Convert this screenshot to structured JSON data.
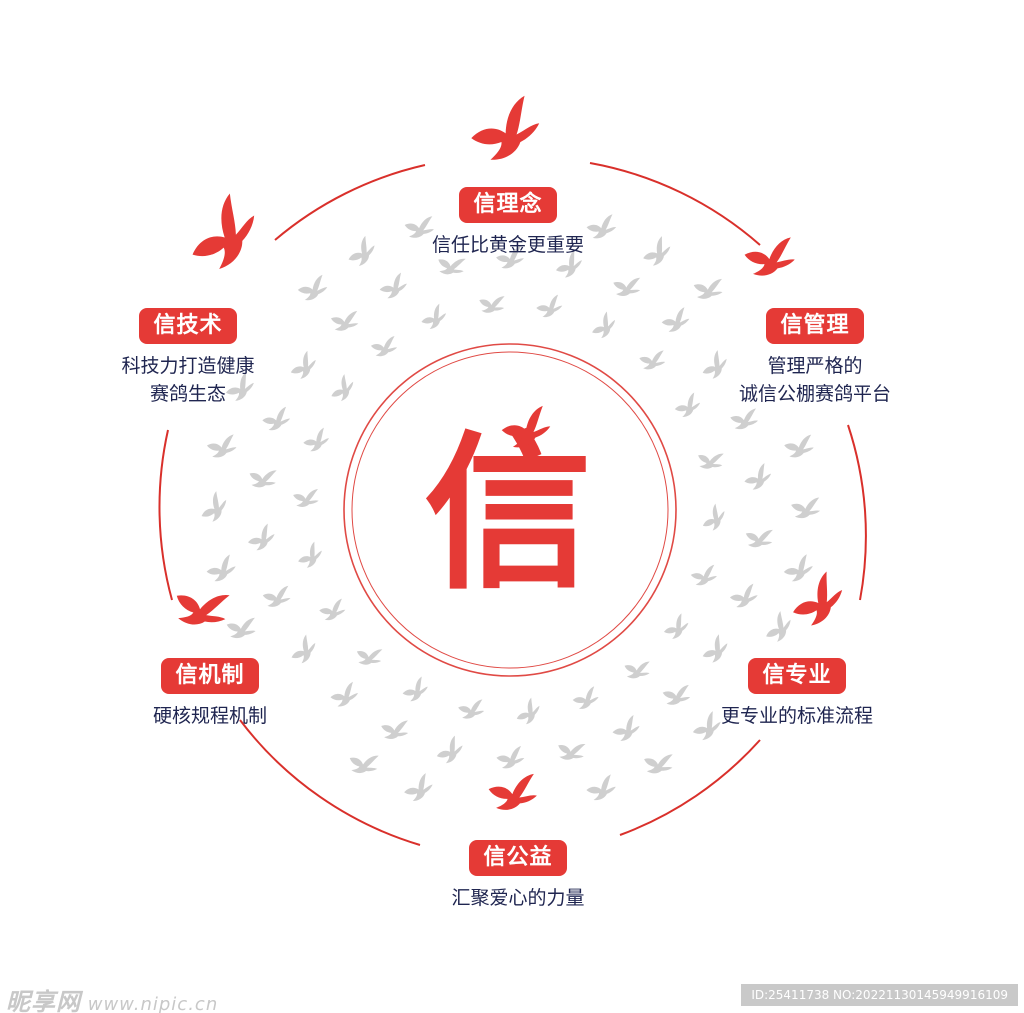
{
  "center_character": "信",
  "colors": {
    "accent": "#e53a36",
    "text_dark": "#1f2550",
    "bird_gray": "#cfcfcf",
    "ring": "#d9302b"
  },
  "nodes": [
    {
      "id": "concept",
      "title": "信理念",
      "desc": [
        "信任比黄金更重要"
      ]
    },
    {
      "id": "management",
      "title": "信管理",
      "desc": [
        "管理严格的",
        "诚信公棚赛鸽平台"
      ]
    },
    {
      "id": "professional",
      "title": "信专业",
      "desc": [
        "更专业的标准流程"
      ]
    },
    {
      "id": "charity",
      "title": "信公益",
      "desc": [
        "汇聚爱心的力量"
      ]
    },
    {
      "id": "mechanism",
      "title": "信机制",
      "desc": [
        "硬核规程机制"
      ]
    },
    {
      "id": "technology",
      "title": "信技术",
      "desc": [
        "科技力打造健康",
        "赛鸽生态"
      ]
    }
  ],
  "watermark": {
    "brand": "昵享网",
    "site": "www.nipic.cn",
    "id_text": "ID:25411738 NO:20221130145949916109"
  }
}
